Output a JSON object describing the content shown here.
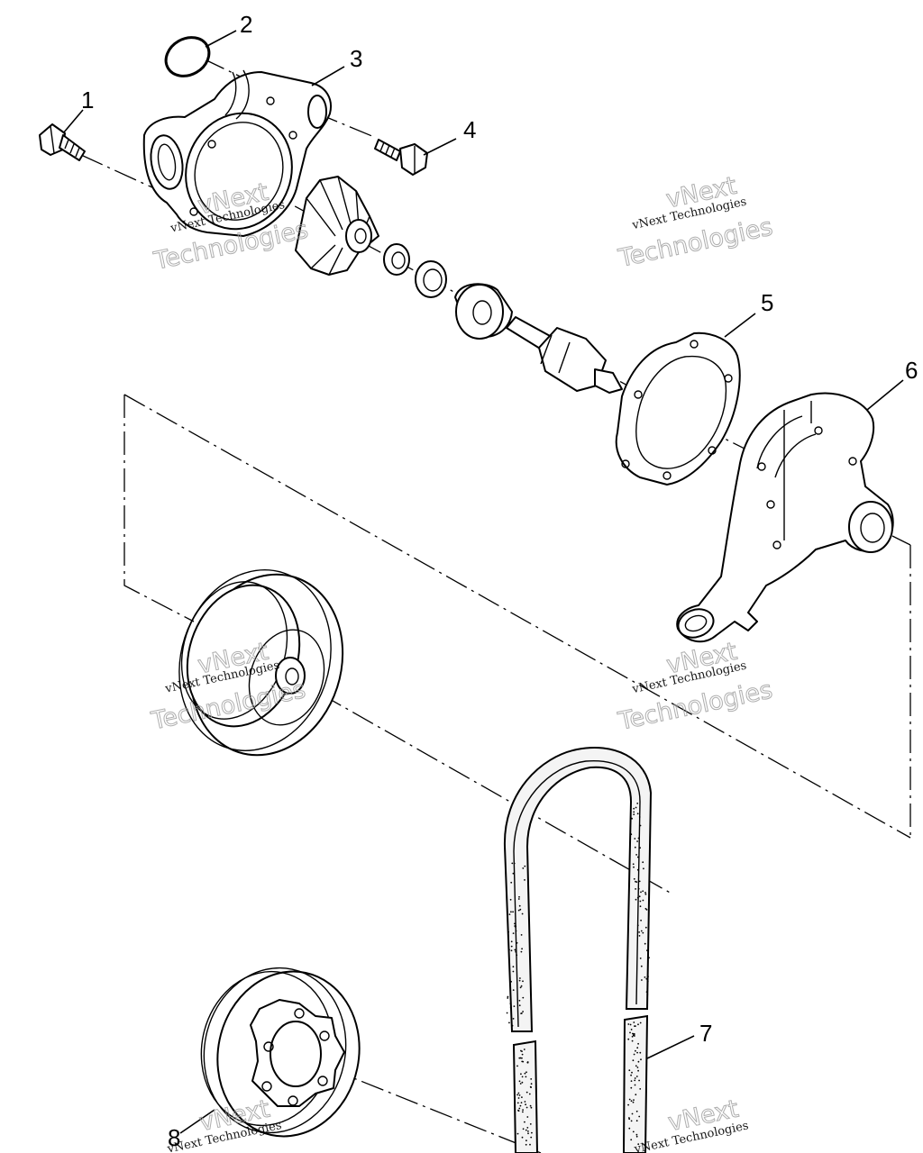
{
  "diagram": {
    "callouts": [
      {
        "id": "1",
        "label": "1"
      },
      {
        "id": "2",
        "label": "2"
      },
      {
        "id": "3",
        "label": "3"
      },
      {
        "id": "4",
        "label": "4"
      },
      {
        "id": "5",
        "label": "5"
      },
      {
        "id": "6",
        "label": "6"
      },
      {
        "id": "7",
        "label": "7"
      },
      {
        "id": "8",
        "label": "8"
      }
    ],
    "watermark": {
      "small": "vNext Technologies",
      "top": "vNext",
      "bottom": "Technologies"
    }
  }
}
